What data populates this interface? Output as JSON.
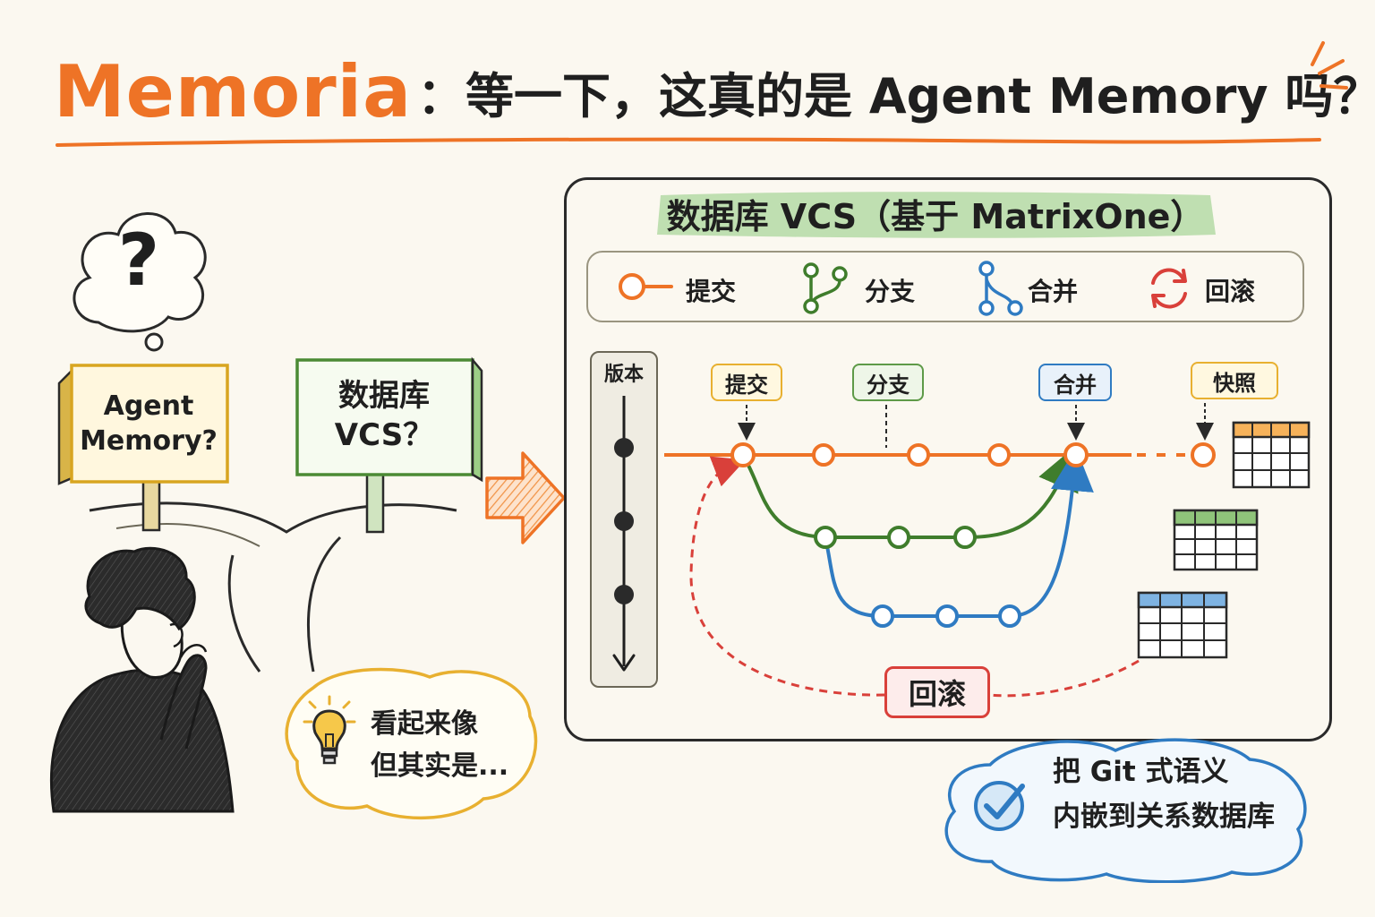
{
  "title": {
    "brand": "Memoria",
    "rest": "：等一下，这真的是 Agent Memory 吗？"
  },
  "question_mark": "?",
  "sign_left": {
    "line1": "Agent",
    "line2": "Memory?"
  },
  "sign_right": {
    "line1": "数据库",
    "line2": "VCS？"
  },
  "thought_bubble": {
    "line1": "看起来像",
    "line2": "但其实是..."
  },
  "panel": {
    "title": "数据库 VCS（基于 MatrixOne）"
  },
  "legend": [
    {
      "icon": "commit-icon",
      "label": "提交",
      "color": "#ee7326"
    },
    {
      "icon": "branch-icon",
      "label": "分支",
      "color": "#3f7d2c"
    },
    {
      "icon": "merge-icon",
      "label": "合并",
      "color": "#2f7bc2"
    },
    {
      "icon": "rollback-icon",
      "label": "回滚",
      "color": "#d9403a"
    }
  ],
  "version_label": "版本",
  "tags": {
    "commit": "提交",
    "branch": "分支",
    "merge": "合并",
    "snapshot": "快照"
  },
  "rollback_label": "回滚",
  "conclusion": {
    "line1": "把 Git 式语义",
    "line2": "内嵌到关系数据库"
  },
  "colors": {
    "accent_orange": "#ee7326",
    "branch_green": "#3f7d2c",
    "merge_blue": "#2f7bc2",
    "rollback_red": "#d9403a",
    "highlight_green": "#b8dcaa",
    "bulb_yellow": "#e8b030"
  }
}
